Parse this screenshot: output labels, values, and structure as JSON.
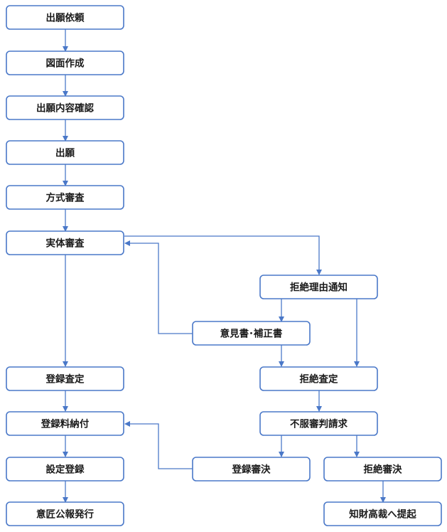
{
  "nodes": {
    "shutsugan_irai": "出願依頼",
    "zumen_sakusei": "図面作成",
    "naiyou_kakunin": "出願内容確認",
    "shutsugan": "出願",
    "houshiki_shinsa": "方式審査",
    "jittai_shinsa": "実体審査",
    "kyozetsu_riyuu": "拒絶理由通知",
    "ikensho": "意見書･補正書",
    "touroku_satei": "登録査定",
    "kyozetsu_satei": "拒絶査定",
    "tourokuryou": "登録料納付",
    "fufuku": "不服審判請求",
    "settei_touroku": "設定登録",
    "touroku_shinketsu": "登録審決",
    "kyozetsu_shinketsu": "拒絶審決",
    "ishou_kouhou": "意匠公報発行",
    "chizai_kousai": "知財高裁へ提起"
  },
  "colors": {
    "stroke": "#4a78c8",
    "fill": "#ffffff",
    "text": "#1a1a1a"
  }
}
